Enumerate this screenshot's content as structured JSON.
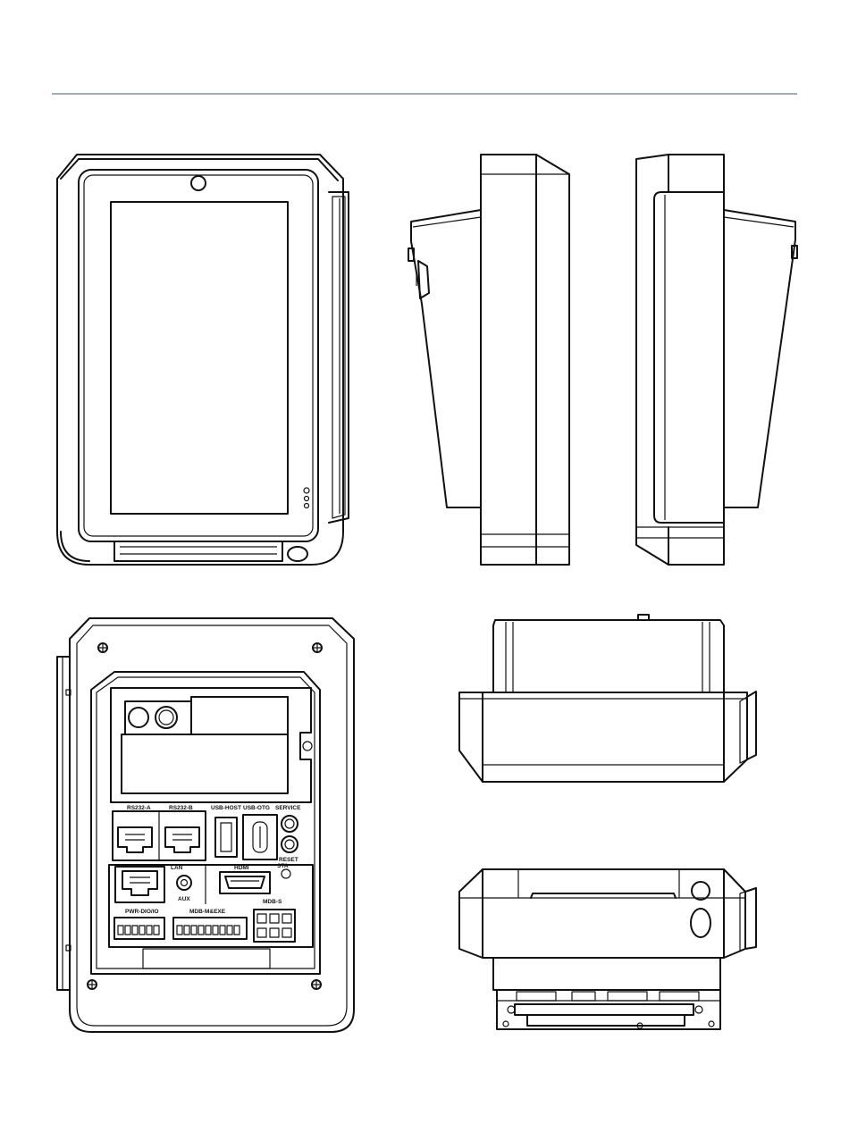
{
  "colors": {
    "line": "#111111",
    "rule": "#3d5a80",
    "background": "#ffffff"
  },
  "labels": {
    "rs232_a": "RS232-A",
    "rs232_b": "RS232-B",
    "usb_host": "USB-HOST",
    "usb_otg": "USB-OTG",
    "service": "SERVICE",
    "reset": "RESET",
    "sta": "STA",
    "lan": "LAN",
    "aux": "AUX",
    "hdmi": "HDMI",
    "mdb_s": "MDB-S",
    "pwr_dio": "PWR-DIO/IO",
    "mdb_m_exe": "MDB-M&EXE"
  }
}
